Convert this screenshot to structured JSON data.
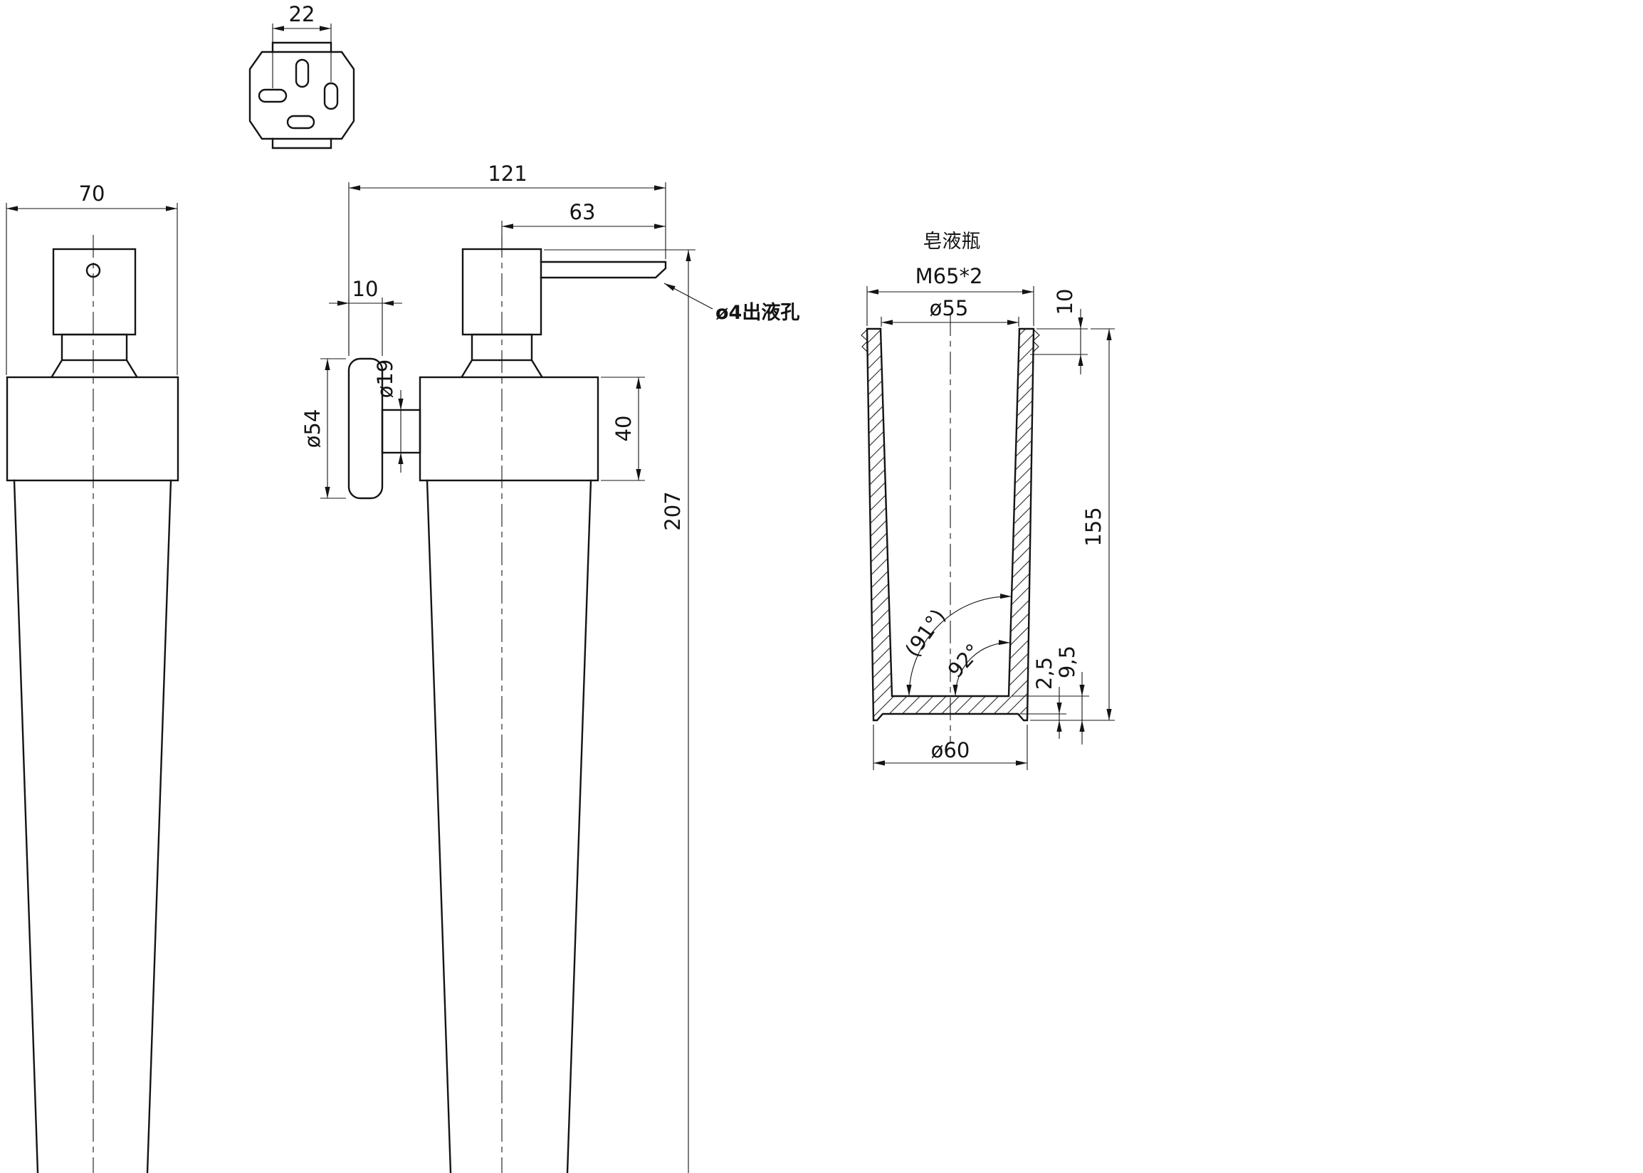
{
  "sheet": {
    "background": "#ffffff",
    "line_color": "#141414"
  },
  "top_view": {
    "dim_slot_pitch": "22"
  },
  "front_view": {
    "dim_width": "70"
  },
  "side_view": {
    "dim_depth_overall": "121",
    "dim_spout_reach": "63",
    "dim_flange_thickness": "10",
    "dim_flange_diameter": "ø54",
    "dim_stem_diameter": "ø19",
    "dim_holder_height": "40",
    "dim_height_overall": "207",
    "outlet_note": "ø4出液孔"
  },
  "bottle_view": {
    "title": "皂液瓶",
    "dim_thread": "M65*2",
    "dim_mouth_diameter": "ø55",
    "dim_thread_length": "10",
    "dim_height": "155",
    "dim_angle_ref": "(91°)",
    "dim_angle": "92°",
    "dim_recess_depth": "2,5",
    "dim_base_thickness": "9,5",
    "dim_base_diameter": "ø60"
  }
}
